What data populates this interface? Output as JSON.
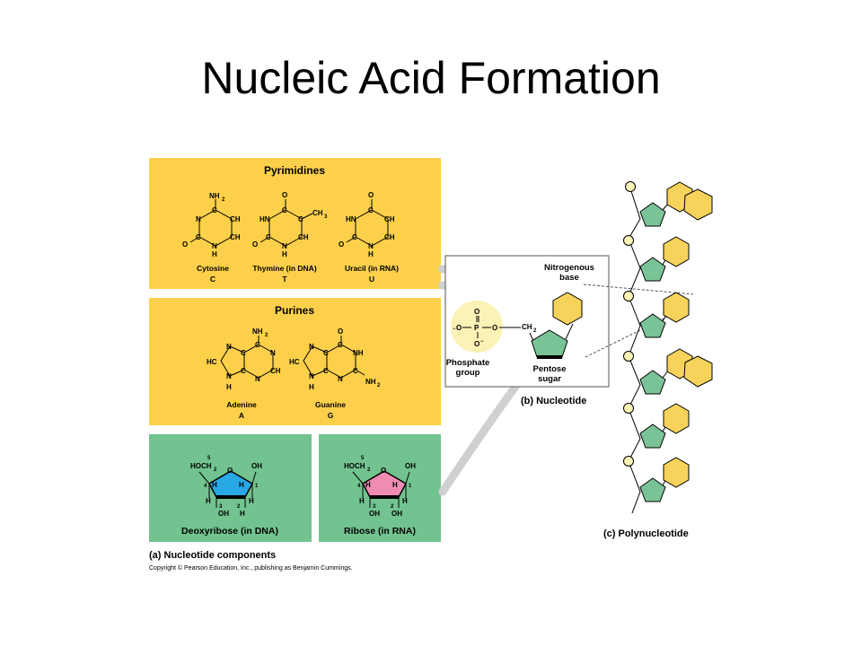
{
  "slide": {
    "title": "Nucleic Acid Formation"
  },
  "pyrimidines": {
    "heading": "Pyrimidines",
    "cytosine": {
      "name": "Cytosine",
      "letter": "C"
    },
    "thymine": {
      "name": "Thymine (in DNA)",
      "letter": "T"
    },
    "uracil": {
      "name": "Uracil (in RNA)",
      "letter": "U"
    }
  },
  "purines": {
    "heading": "Purines",
    "adenine": {
      "name": "Adenine",
      "letter": "A"
    },
    "guanine": {
      "name": "Guanine",
      "letter": "G"
    }
  },
  "sugars": {
    "deoxyribose": {
      "label": "Deoxyribose (in DNA)"
    },
    "ribose": {
      "label": "Ribose (in RNA)"
    }
  },
  "panel_a": {
    "caption": "(a) Nucleotide components"
  },
  "copyright": "Copyright © Pearson Education, Inc., publishing as Benjamin Cummings.",
  "nucleotide": {
    "base_label_1": "Nitrogenous",
    "base_label_2": "base",
    "phosphate_label_1": "Phosphate",
    "phosphate_label_2": "group",
    "sugar_label_1": "Pentose",
    "sugar_label_2": "sugar",
    "caption": "(b) Nucleotide"
  },
  "polynucleotide": {
    "caption": "(c) Polynucleotide"
  },
  "colors": {
    "panel_yellow": "#fcd04a",
    "panel_green": "#72c38f",
    "base_yellow": "#f8d35c",
    "sugar_green": "#7ac396",
    "phosphate_fill": "#fbf2b5",
    "deoxy_blue": "#29a8e6",
    "ribose_pink": "#f08cb3",
    "arrow_gray": "#d0d0d0"
  }
}
